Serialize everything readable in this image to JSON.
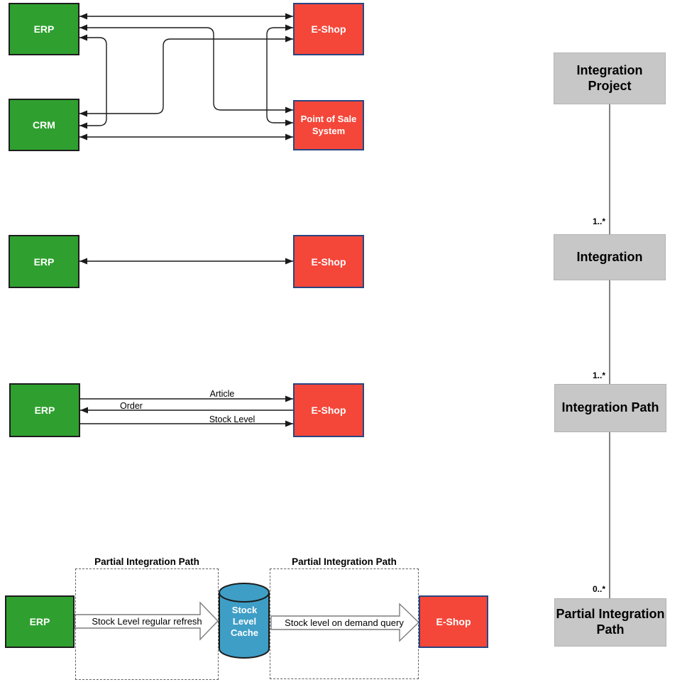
{
  "colors": {
    "green": "#2FA02F",
    "red": "#F4473A",
    "blue": "#3E9EC6",
    "gray": "#C7C7C7",
    "line": "#1a1a1a"
  },
  "boxes": {
    "erp": "ERP",
    "crm": "CRM",
    "eshop": "E-Shop",
    "pos": "Point of Sale System"
  },
  "integration_path": {
    "flows": [
      {
        "label": "Article",
        "direction": "to-eshop"
      },
      {
        "label": "Order",
        "direction": "to-erp"
      },
      {
        "label": "Stock Level",
        "direction": "to-eshop"
      }
    ]
  },
  "partial_path": {
    "left_title": "Partial Integration Path",
    "right_title": "Partial Integration Path",
    "flow_left": "Stock Level regular refresh",
    "flow_right": "Stock level on demand query",
    "cache_label": "Stock Level Cache"
  },
  "hierarchy": {
    "items": [
      {
        "label": "Integration Project",
        "multiplicity": ""
      },
      {
        "label": "Integration",
        "multiplicity": "1..*"
      },
      {
        "label": "Integration Path",
        "multiplicity": "1..*"
      },
      {
        "label": "Partial Integration Path",
        "multiplicity": "0..*"
      }
    ]
  }
}
